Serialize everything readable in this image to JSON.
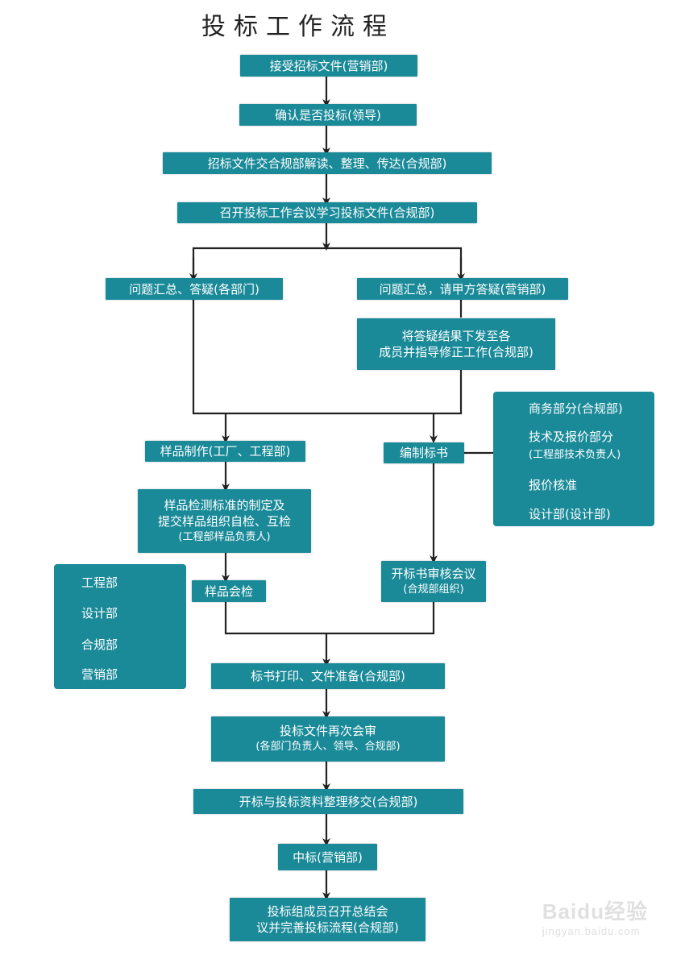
{
  "title": "投标工作流程",
  "nodes": {
    "n1": "接受招标文件(营销部)",
    "n2": "确认是否投标(领导)",
    "n3": "招标文件交合规部解读、整理、传达(合规部)",
    "n4": "召开投标工作会议学习投标文件(合规部)",
    "n5": "问题汇总、答疑(各部门)",
    "n6": "问题汇总，请甲方答疑(营销部)",
    "n7_line1": "将答疑结果下发至各",
    "n7_line2": "成员并指导修正工作(合规部)",
    "n8": "样品制作(工厂、工程部)",
    "n9": "编制标书",
    "n10_line1": "样品检测标准的制定及",
    "n10_line2": "提交样品组织自检、互检",
    "n10_line3": "(工程部样品负责人)",
    "n11": "样品会检",
    "n12_line1": "开标书审核会议",
    "n12_line2": "(合规部组织)",
    "n13": "标书打印、文件准备(合规部)",
    "n14_line1": "投标文件再次会审",
    "n14_line2": "(各部门负责人、领导、合规部)",
    "n15": "开标与投标资料整理移交(合规部)",
    "n16": "中标(营销部)",
    "n17_line1": "投标组成员召开总结会",
    "n17_line2": "议并完善投标流程(合规部)"
  },
  "right_panel": {
    "items": [
      "商务部分(合规部)",
      "技术及报价部分",
      "(工程部技术负责人)",
      "报价核准",
      "设计部(设计部)"
    ]
  },
  "left_panel": {
    "items": [
      "工程部",
      "设计部",
      "合规部",
      "营销部"
    ]
  },
  "watermark": {
    "logo": "Baidu经验",
    "url": "jingyan.baidu.com"
  },
  "colors": {
    "box": "#1a8a99",
    "line": "#222222"
  }
}
